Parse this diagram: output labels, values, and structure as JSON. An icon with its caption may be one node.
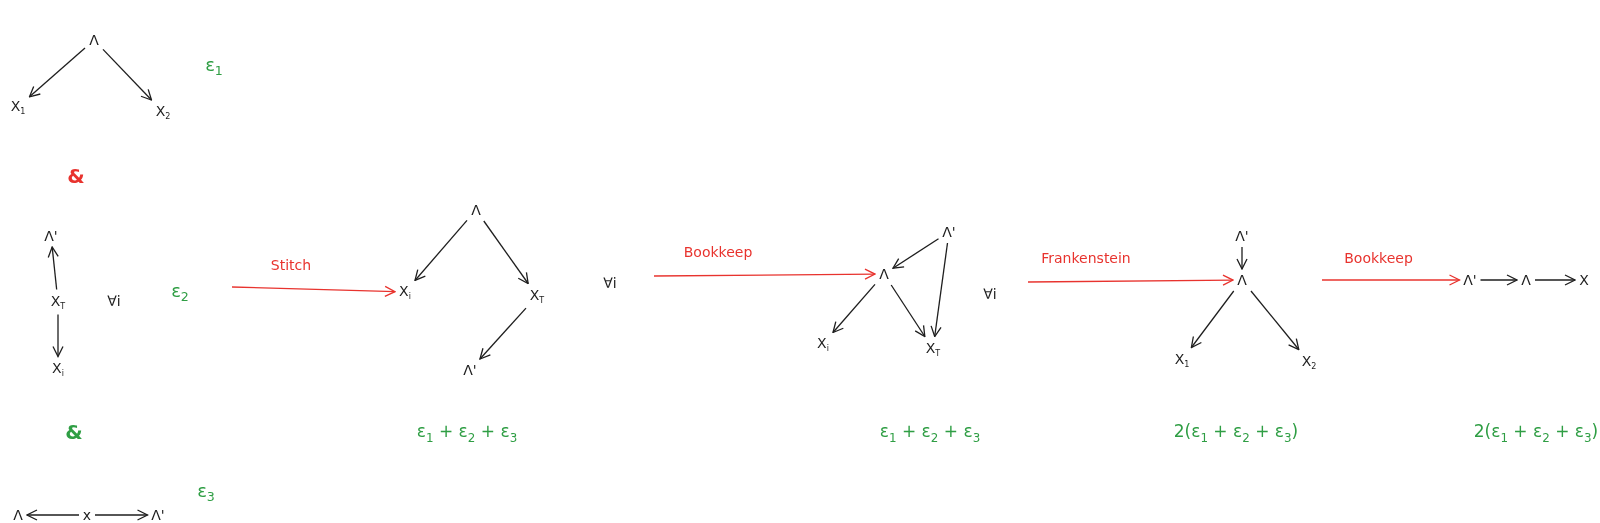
{
  "diagram": {
    "nodes": [
      {
        "text": [
          "Λ"
        ]
      },
      {
        "text": [
          "X$_{1}$"
        ]
      },
      {
        "text": [
          "X$_{2}$"
        ]
      },
      {
        "text": [
          "Λ'"
        ]
      },
      {
        "text": [
          "X$_{T}$"
        ]
      },
      {
        "text": [
          "X$_{i}$"
        ]
      },
      {
        "text": [
          "Λ"
        ]
      },
      {
        "text": [
          "x"
        ]
      },
      {
        "text": [
          "Λ'"
        ]
      },
      {
        "text": [
          "Λ"
        ]
      },
      {
        "text": [
          "X$_{i}$"
        ]
      },
      {
        "text": [
          "X$_{T}$"
        ]
      },
      {
        "text": [
          "Λ'"
        ]
      },
      {
        "text": [
          "Λ'"
        ]
      },
      {
        "text": [
          "Λ"
        ]
      },
      {
        "text": [
          "X$_{i}$"
        ]
      },
      {
        "text": [
          "X$_{T}$"
        ]
      },
      {
        "text": [
          "Λ'"
        ]
      },
      {
        "text": [
          "Λ"
        ]
      },
      {
        "text": [
          "X$_{1}$"
        ]
      },
      {
        "text": [
          "X$_{2}$"
        ]
      },
      {
        "text": [
          "Λ'"
        ]
      },
      {
        "text": [
          "Λ"
        ]
      },
      {
        "text": [
          "X"
        ]
      }
    ],
    "edges": [
      {
        "from": 0,
        "to": 1,
        "arrow": "to"
      },
      {
        "from": 0,
        "to": 2,
        "arrow": "to"
      },
      {
        "from": 4,
        "to": 3,
        "arrow": "to"
      },
      {
        "from": 4,
        "to": 5,
        "arrow": "to"
      },
      {
        "from": 7,
        "to": 6,
        "arrow": "to"
      },
      {
        "from": 7,
        "to": 8,
        "arrow": "to"
      },
      {
        "from": 9,
        "to": 10,
        "arrow": "to"
      },
      {
        "from": 9,
        "to": 11,
        "arrow": "to"
      },
      {
        "from": 11,
        "to": 12,
        "arrow": "to"
      },
      {
        "from": 13,
        "to": 14,
        "arrow": "to"
      },
      {
        "from": 13,
        "to": 16,
        "arrow": "to"
      },
      {
        "from": 14,
        "to": 15,
        "arrow": "to"
      },
      {
        "from": 14,
        "to": 16,
        "arrow": "to"
      },
      {
        "from": 17,
        "to": 18,
        "arrow": "to"
      },
      {
        "from": 18,
        "to": 19,
        "arrow": "to"
      },
      {
        "from": 18,
        "to": 20,
        "arrow": "to"
      },
      {
        "from": 21,
        "to": 22,
        "arrow": "to"
      },
      {
        "from": 22,
        "to": 23,
        "arrow": "to"
      },
      {
        "from": null,
        "to": 10,
        "arrow": "to",
        "label": "Stitch",
        "color": "#e8332e"
      },
      {
        "from": null,
        "to": 14,
        "arrow": "to",
        "label": "Bookkeep",
        "color": "#e8332e"
      },
      {
        "from": null,
        "to": 18,
        "arrow": "to",
        "label": "Frankenstein",
        "color": "#e8332e"
      },
      {
        "from": null,
        "to": 21,
        "arrow": "to",
        "label": "Bookkeep",
        "color": "#e8332e"
      }
    ],
    "labels": [
      "ε$_{1}$",
      "&",
      "∀i",
      "ε$_{2}$",
      "∀i",
      "∀i",
      "&",
      "ε$_{1}$ + ε$_{2}$ + ε$_{3}$",
      "ε$_{1}$ + ε$_{2}$ + ε$_{3}$",
      "2(ε$_{1}$ + ε$_{2}$ + ε$_{3}$)",
      "2(ε$_{1}$ + ε$_{2}$ + ε$_{3}$)",
      "ε$_{3}$"
    ]
  }
}
